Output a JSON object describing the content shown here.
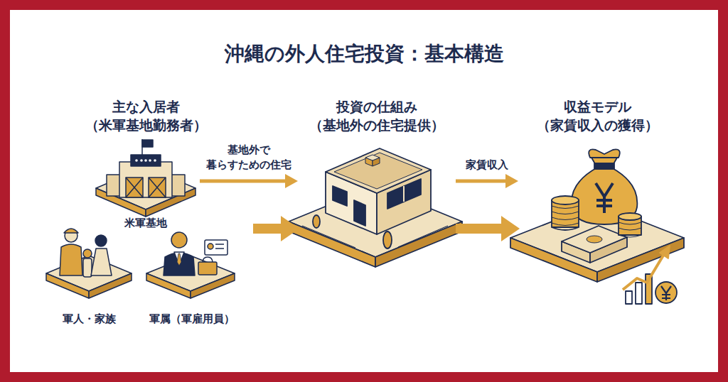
{
  "diagram": {
    "title": "沖縄の外人住宅投資：基本構造",
    "nodes": [
      {
        "text": [
          "主な入居者 （米軍基地勤務者）"
        ]
      },
      {
        "text": [
          "米軍基地"
        ],
        "in": 0
      },
      {
        "text": [
          "軍人・家族"
        ],
        "in": 0
      },
      {
        "text": [
          "軍属（軍雇用員）"
        ],
        "in": 0
      },
      {
        "text": [
          "投資の仕組み （基地外の住宅提供）"
        ]
      },
      {
        "text": [
          "収益モデル （家賃収入の獲得）"
        ]
      }
    ],
    "edges": [
      {
        "from": 1,
        "to": 4,
        "label": "基地外で 暮らすための住宅",
        "arrow": "to"
      },
      {
        "from": 0,
        "to": 4,
        "arrow": "to"
      },
      {
        "from": 4,
        "to": 5,
        "label": "家賃収入",
        "arrow": "to"
      },
      {
        "from": 4,
        "to": 5,
        "arrow": "to"
      }
    ]
  }
}
